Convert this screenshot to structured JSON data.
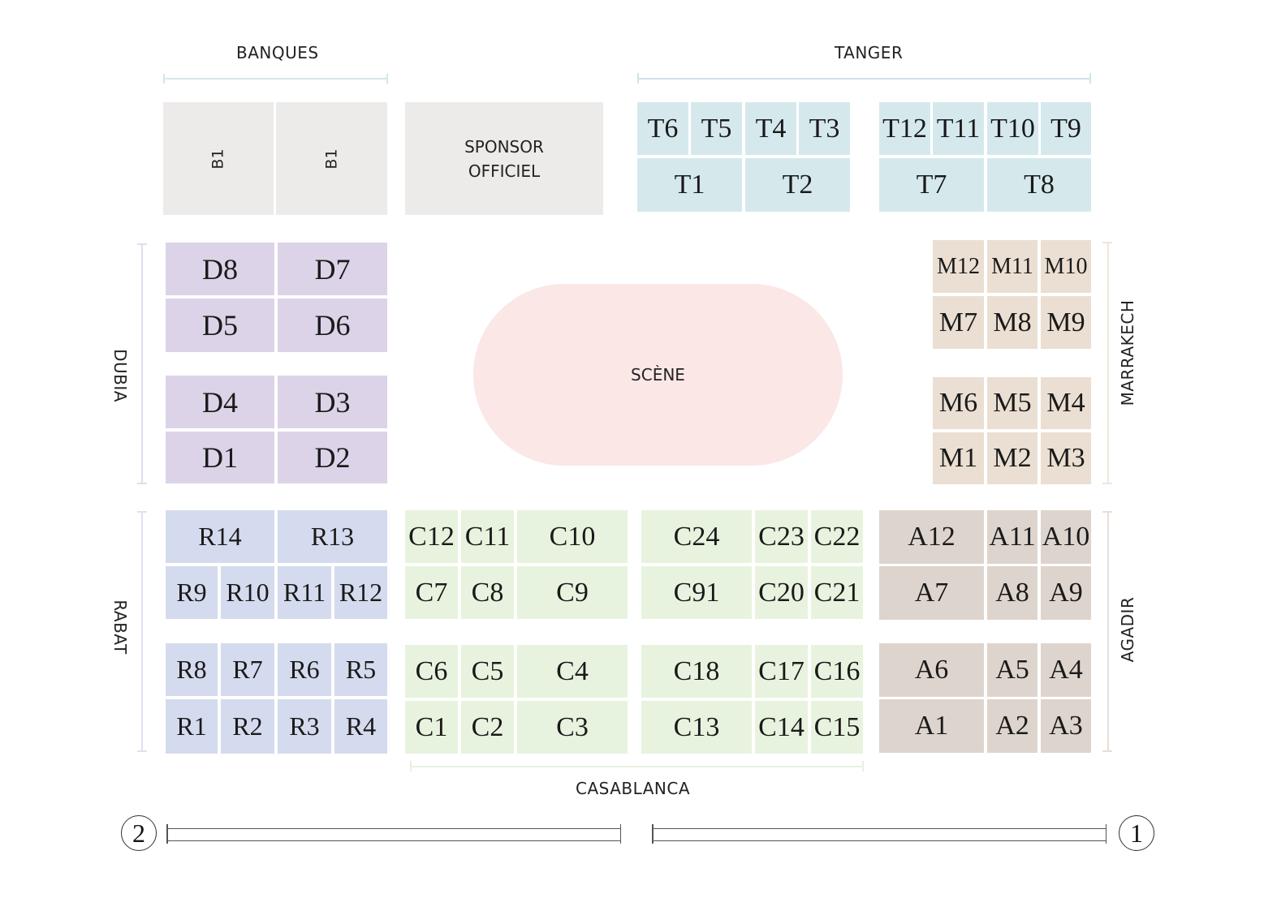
{
  "zones": {
    "banques": "BANQUES",
    "tanger": "TANGER",
    "dubia": "DUBIA",
    "marrakech": "MARRAKECH",
    "rabat": "RABAT",
    "agadir": "AGADIR",
    "casablanca": "CASABLANCA"
  },
  "stage_label": "SCÈNE",
  "sponsor": {
    "line1": "SPONSOR",
    "line2": "OFFICIEL"
  },
  "banques_booths": [
    "B1",
    "B1"
  ],
  "tanger_booths": [
    "T6",
    "T5",
    "T4",
    "T3",
    "T1",
    "T2",
    "T12",
    "T11",
    "T10",
    "T9",
    "T7",
    "T8"
  ],
  "dubia_booths": [
    "D8",
    "D7",
    "D5",
    "D6",
    "D4",
    "D3",
    "D1",
    "D2"
  ],
  "marrakech_booths": [
    "M12",
    "M11",
    "M10",
    "M7",
    "M8",
    "M9",
    "M6",
    "M5",
    "M4",
    "M1",
    "M2",
    "M3"
  ],
  "rabat_booths": [
    "R14",
    "R13",
    "R9",
    "R10",
    "R11",
    "R12",
    "R8",
    "R7",
    "R6",
    "R5",
    "R1",
    "R2",
    "R3",
    "R4"
  ],
  "casablanca_booths": [
    "C12",
    "C11",
    "C10",
    "C7",
    "C8",
    "C9",
    "C24",
    "C23",
    "C22",
    "C91",
    "C20",
    "C21",
    "C6",
    "C5",
    "C4",
    "C1",
    "C2",
    "C3",
    "C18",
    "C17",
    "C16",
    "C13",
    "C14",
    "C15"
  ],
  "agadir_booths": [
    "A12",
    "A11",
    "A10",
    "A7",
    "A8",
    "A9",
    "A6",
    "A5",
    "A4",
    "A1",
    "A2",
    "A3"
  ],
  "entrances": [
    "2",
    "1"
  ],
  "colors": {
    "banques": "#edeaea",
    "tanger": "#d5e9ed",
    "dubia": "#dcd3e8",
    "marrakech": "#eadfd2",
    "rabat": "#d5dbee",
    "casablanca": "#e8f3df",
    "agadir": "#ddd5cd",
    "stage": "#fbe7e6"
  }
}
